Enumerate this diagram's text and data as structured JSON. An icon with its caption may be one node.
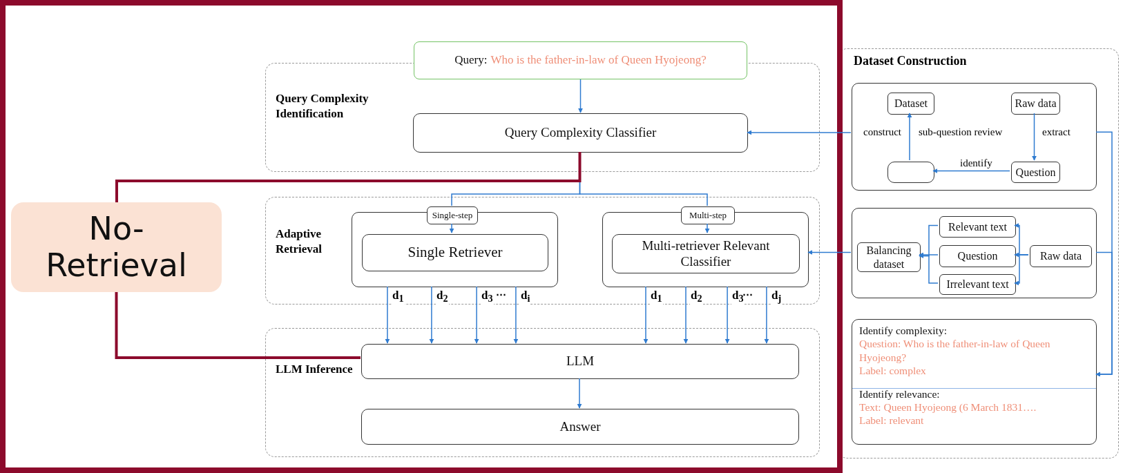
{
  "diagram": {
    "nodes": [
      {
        "text": [
          "Query:",
          "Who is the father-in-law of Queen Hyojeong?"
        ]
      },
      {
        "text": [
          "Query Complexity Identification"
        ]
      },
      {
        "text": [
          "Query Complexity Classifier"
        ],
        "in": 1
      },
      {
        "text": [
          "No-Retrieval"
        ]
      },
      {
        "text": [
          "Adaptive Retrieval"
        ]
      },
      {
        "text": [],
        "shape": "box",
        "in": 4
      },
      {
        "text": [
          "Single-step"
        ],
        "in": 4
      },
      {
        "text": [
          "Single Retriever"
        ],
        "in": 5
      },
      {
        "text": [],
        "shape": "box",
        "in": 4
      },
      {
        "text": [
          "Multi-step"
        ],
        "in": 4
      },
      {
        "text": [
          "Multi-retriever Relevant Classifier"
        ],
        "in": 8
      },
      {
        "text": [
          "LLM Inference"
        ]
      },
      {
        "text": [
          "LLM"
        ],
        "in": 11
      },
      {
        "text": [
          "Answer"
        ],
        "in": 11
      },
      {
        "text": [
          "Dataset Construction"
        ]
      },
      {
        "text": [],
        "shape": "box",
        "in": 14
      },
      {
        "text": [
          "Dataset"
        ],
        "in": 15
      },
      {
        "text": [
          "Raw data"
        ],
        "in": 15
      },
      {
        "text": [],
        "shape": "box",
        "in": 15
      },
      {
        "text": [
          "Question"
        ],
        "in": 15
      },
      {
        "text": [],
        "shape": "box",
        "in": 14
      },
      {
        "text": [
          "Balancing dataset"
        ],
        "in": 20
      },
      {
        "text": [
          "Relevant text"
        ],
        "in": 20
      },
      {
        "text": [
          "Question"
        ],
        "in": 20
      },
      {
        "text": [
          "Irrelevant text"
        ],
        "in": 20
      },
      {
        "text": [
          "Raw data"
        ],
        "in": 20
      },
      {
        "text": [
          "Identify complexity:",
          "Question: Who is the father-in-law of Queen Hyojeong?",
          "Label: complex",
          "Identify relevance:",
          "Text: Queen Hyojeong (6 March 1831….",
          "Label: relevant"
        ],
        "in": 14
      }
    ],
    "edges": [
      {
        "from": 0,
        "to": 2,
        "arrow": "to"
      },
      {
        "from": 2,
        "to": 6,
        "arrow": "none"
      },
      {
        "from": 2,
        "to": 9,
        "arrow": "none"
      },
      {
        "from": 6,
        "to": 7,
        "arrow": "to"
      },
      {
        "from": 9,
        "to": 10,
        "arrow": "to"
      },
      {
        "from": 5,
        "to": 12,
        "arrow": "to",
        "label": "d$_{1}$"
      },
      {
        "from": 5,
        "to": 12,
        "arrow": "to",
        "label": "d$_{2}$"
      },
      {
        "from": 5,
        "to": 12,
        "arrow": "to",
        "label": "d$_{3}$"
      },
      {
        "from": 5,
        "to": 12,
        "arrow": "to",
        "label": "d$_{i}$"
      },
      {
        "from": 8,
        "to": 12,
        "arrow": "to",
        "label": "d$_{1}$"
      },
      {
        "from": 8,
        "to": 12,
        "arrow": "to",
        "label": "d$_{2}$"
      },
      {
        "from": 8,
        "to": 12,
        "arrow": "to",
        "label": "d$_{3}$"
      },
      {
        "from": 8,
        "to": 12,
        "arrow": "to",
        "label": "d$_{j}$"
      },
      {
        "from": 12,
        "to": 13,
        "arrow": "to"
      },
      {
        "from": 2,
        "to": 3,
        "arrow": "none",
        "style": "thick",
        "color": "#8c0a2c"
      },
      {
        "from": 3,
        "to": 12,
        "arrow": "none",
        "style": "thick",
        "color": "#8c0a2c"
      },
      {
        "from": 15,
        "to": 2,
        "arrow": "to"
      },
      {
        "from": 20,
        "to": 8,
        "arrow": "to"
      },
      {
        "from": 15,
        "to": 26,
        "arrow": "to"
      },
      {
        "from": 20,
        "to": 26,
        "arrow": "to"
      },
      {
        "from": 18,
        "to": 16,
        "arrow": "to",
        "label": "construct"
      },
      {
        "from": 17,
        "to": 19,
        "arrow": "to",
        "label": "extract"
      },
      {
        "from": 19,
        "to": 18,
        "arrow": "to",
        "label": "identify"
      },
      {
        "from": 25,
        "to": 22,
        "arrow": "to"
      },
      {
        "from": 25,
        "to": 23,
        "arrow": "to"
      },
      {
        "from": 25,
        "to": 24,
        "arrow": "to"
      },
      {
        "from": 22,
        "to": 21,
        "arrow": "to"
      },
      {
        "from": 23,
        "to": 21,
        "arrow": "to"
      },
      {
        "from": 24,
        "to": 21,
        "arrow": "to"
      }
    ],
    "labels": [
      "sub-question review",
      "⋯",
      "⋯"
    ]
  }
}
